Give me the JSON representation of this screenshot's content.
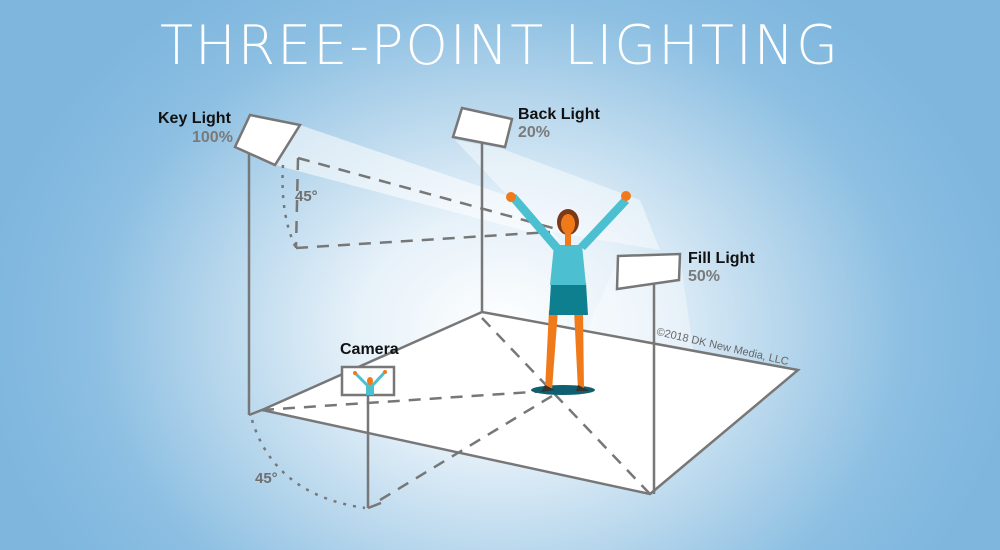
{
  "title": "THREE-POINT LIGHTING",
  "lights": {
    "key": {
      "label": "Key Light",
      "intensity": "100%"
    },
    "back": {
      "label": "Back Light",
      "intensity": "20%"
    },
    "fill": {
      "label": "Fill Light",
      "intensity": "50%"
    }
  },
  "camera": {
    "label": "Camera"
  },
  "angles": {
    "key_angle": "45°",
    "camera_angle": "45°"
  },
  "copyright": "©2018 DK New Media, LLC",
  "colors": {
    "background": "#7eb6de",
    "outline": "#777777",
    "blouse": "#4cc0d0",
    "skirt": "#0e7f8f",
    "skin": "#f07a1a"
  }
}
